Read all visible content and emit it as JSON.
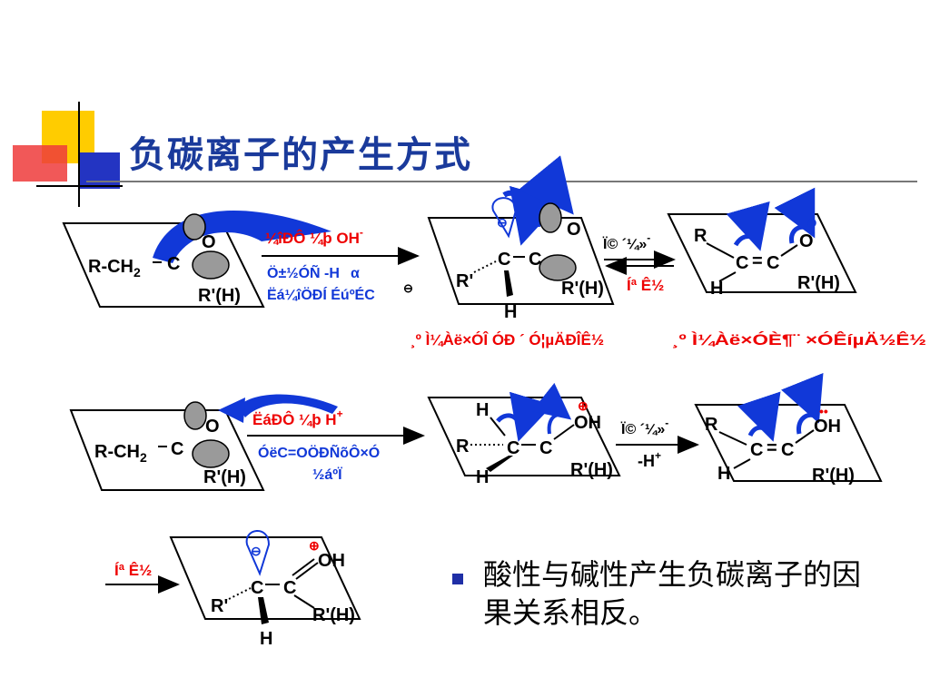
{
  "slide": {
    "title": "负碳离子的产生方式",
    "bullet": "酸性与碱性产生负碳离子的因果关系相反。"
  },
  "colors": {
    "title": "#1a3a9b",
    "arrow_blue": "#1138d8",
    "red_text": "#ee0000",
    "square_yellow": "#ffcc00",
    "square_red": "#ee3b3b",
    "square_blue": "#2334c2",
    "orbital_gray": "#9a9a9a"
  },
  "row1": {
    "mol1": {
      "rch2": "R-CH",
      "sub2": "2",
      "c": "C",
      "o": "O",
      "rh": "R'(H)"
    },
    "arrow_top": "¼îÐÔ ¼þ OH",
    "arrow_top_sup": "-",
    "arrow_bot1": "Ö±½ÓÑ  -H",
    "arrow_bot_alpha": "α",
    "arrow_bot2": "Ëá¼îÖÐÍ ÉúºÉC",
    "mol2": {
      "minus": "⊖",
      "c1": "C",
      "c2": "C",
      "o": "O",
      "r": "R'",
      "rh": "R'(H)",
      "h": "H"
    },
    "eq_top": "Ï© ´¼»",
    "eq_top_sup": "-",
    "eq_bot": "Íª Ê½",
    "mol3": {
      "r": "R",
      "c1": "C",
      "eq": "=",
      "c2": "C",
      "o": "O",
      "h": "H",
      "rh": "R'(H)",
      "minus": "⊖"
    },
    "caption1": "¸º Ì¼Àë×ÓÎ  ÓÐ ´ Ó¦µÄÐÎÊ½",
    "caption2": "¸º Ì¼Àë×ÓÈ¶¨ ×ÓÊíµÄ½Ê½"
  },
  "row2": {
    "mol1": {
      "rch2": "R-CH",
      "sub2": "2",
      "c": "C",
      "o": "O",
      "rh": "R'(H)"
    },
    "arrow_top": "ËáÐÔ ¼þ H",
    "arrow_top_sup": "+",
    "arrow_bot1": "ÓëC=OÖÐÑõÔ×Ó",
    "arrow_bot2": "½áºÏ",
    "mol2": {
      "h_top": "H",
      "plus": "⊕",
      "c1": "C",
      "c2": "C",
      "oh": "OH",
      "r": "R",
      "rh": "R'(H)",
      "h_bot": "H"
    },
    "arrow_top2": "Ï© ´¼»",
    "arrow_top2_sup": "-",
    "arrow_bot_h": "-H",
    "arrow_bot_h_sup": "+",
    "mol3": {
      "r": "R",
      "c1": "C",
      "eq": "=",
      "c2": "C",
      "oh": "OH",
      "h": "H",
      "rh": "R'(H)"
    }
  },
  "row3": {
    "arrow_label": "Íª Ê½",
    "mol": {
      "minus": "⊖",
      "plus": "⊕",
      "c1": "C",
      "c2": "C",
      "oh": "OH",
      "r": "R'",
      "rh": "R'(H)",
      "h": "H"
    }
  }
}
